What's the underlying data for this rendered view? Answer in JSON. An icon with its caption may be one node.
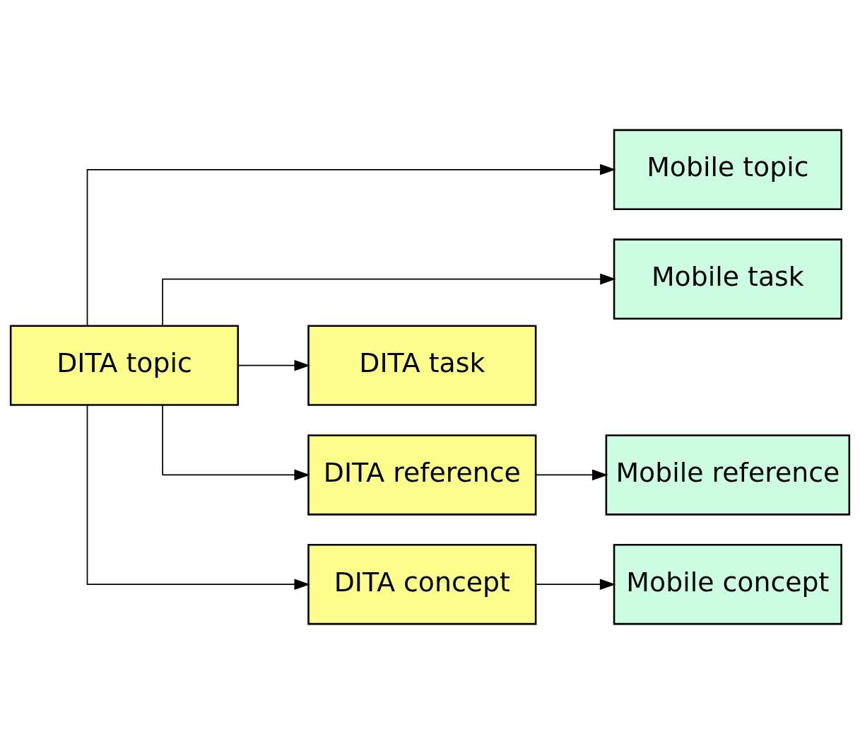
{
  "diagram": {
    "nodes": [
      {
        "text": [
          "DITA topic"
        ]
      },
      {
        "text": [
          "Mobile topic"
        ]
      },
      {
        "text": [
          "Mobile task"
        ]
      },
      {
        "text": [
          "DITA task"
        ]
      },
      {
        "text": [
          "DITA reference"
        ]
      },
      {
        "text": [
          "Mobile reference"
        ]
      },
      {
        "text": [
          "DITA concept"
        ]
      },
      {
        "text": [
          "Mobile concept"
        ]
      }
    ],
    "edges": [
      {
        "from": 0,
        "to": 1,
        "arrow": "to"
      },
      {
        "from": 0,
        "to": 2,
        "arrow": "to"
      },
      {
        "from": 0,
        "to": 3,
        "arrow": "to"
      },
      {
        "from": 0,
        "to": 4,
        "arrow": "to"
      },
      {
        "from": 4,
        "to": 5,
        "arrow": "to"
      },
      {
        "from": 0,
        "to": 6,
        "arrow": "to"
      },
      {
        "from": 6,
        "to": 7,
        "arrow": "to"
      }
    ]
  }
}
